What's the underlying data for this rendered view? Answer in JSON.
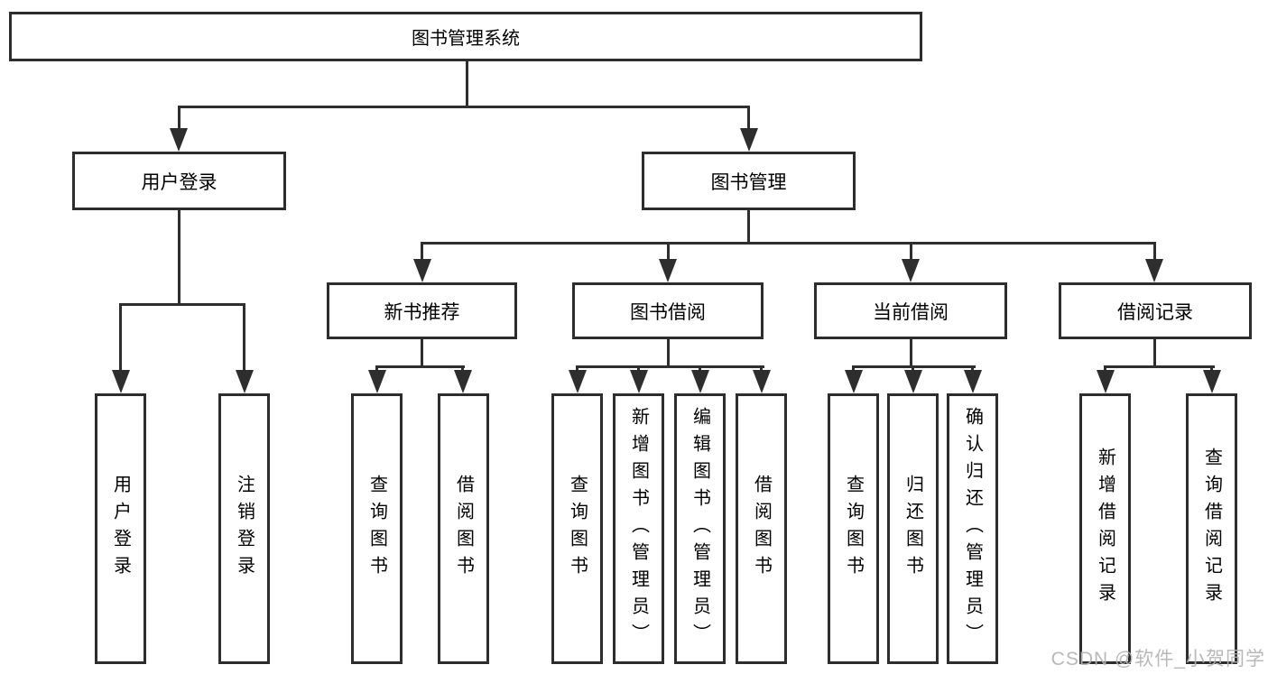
{
  "tree": {
    "label": "图书管理系统",
    "children": [
      {
        "label": "用户登录",
        "children": [
          {
            "label": "用户登录"
          },
          {
            "label": "注销登录"
          }
        ]
      },
      {
        "label": "图书管理",
        "children": [
          {
            "label": "新书推荐",
            "children": [
              {
                "label": "查询图书"
              },
              {
                "label": "借阅图书"
              }
            ]
          },
          {
            "label": "图书借阅",
            "children": [
              {
                "label": "查询图书"
              },
              {
                "label": "新增图书（管理员）"
              },
              {
                "label": "编辑图书（管理员）"
              },
              {
                "label": "借阅图书"
              }
            ]
          },
          {
            "label": "当前借阅",
            "children": [
              {
                "label": "查询图书"
              },
              {
                "label": "归还图书"
              },
              {
                "label": "确认归还（管理员）"
              }
            ]
          },
          {
            "label": "借阅记录",
            "children": [
              {
                "label": "新增借阅记录"
              },
              {
                "label": "查询借阅记录"
              }
            ]
          }
        ]
      }
    ]
  },
  "watermark": {
    "text": "CSDN @软件_小贺同学"
  },
  "colors": {
    "line": "#2e2e2e",
    "box_border": "#2d2d2d",
    "box_fill": "#ffffff",
    "text": "#000000",
    "watermark": "#b2b2b2"
  }
}
